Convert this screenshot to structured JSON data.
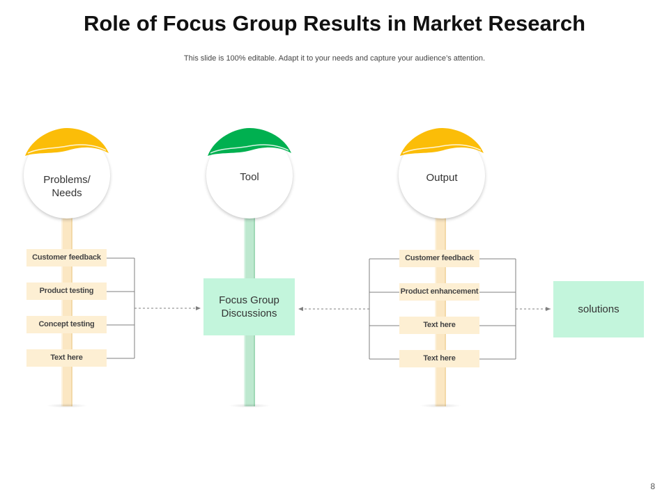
{
  "title": "Role of Focus Group Results in Market Research",
  "subtitle": "This slide is 100% editable. Adapt it to your needs and capture your audience’s attention.",
  "page_number": "8",
  "colors": {
    "yellow_cap": "#fbbd08",
    "green_cap": "#00b050",
    "tag_fill": "#fdefd3",
    "box_fill": "#c3f5dc",
    "connector": "#7f7f7f"
  },
  "columns": {
    "problems": {
      "label_line1": "Problems/",
      "label_line2": "Needs",
      "items": [
        "Customer feedback",
        "Product testing",
        "Concept testing",
        "Text here"
      ]
    },
    "tool": {
      "label": "Tool",
      "box": {
        "line1": "Focus Group",
        "line2": "Discussions"
      }
    },
    "output": {
      "label": "Output",
      "items": [
        "Customer feedback",
        "Product enhancement",
        "Text here",
        "Text here"
      ]
    }
  },
  "result_box": "solutions"
}
